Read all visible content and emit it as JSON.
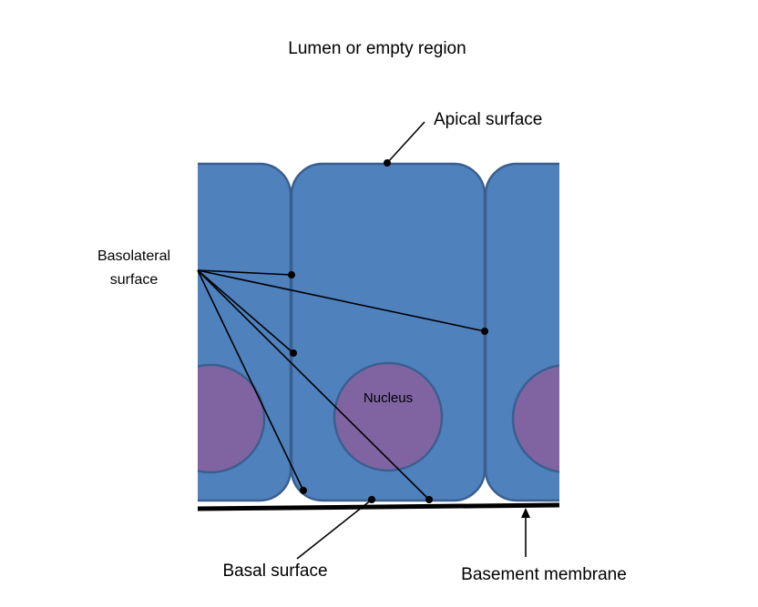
{
  "labels": {
    "lumen": "Lumen or empty region",
    "apical": "Apical surface",
    "basolateral_line1": "Basolateral",
    "basolateral_line2": "surface",
    "nucleus": "Nucleus",
    "basal": "Basal surface",
    "basement": "Basement membrane"
  },
  "colors": {
    "cell_fill": "#4F81BD",
    "cell_stroke": "#3A5F8F",
    "nucleus_fill": "#8064A2",
    "nucleus_stroke": "#3A5F8F",
    "line": "#000000",
    "background": "#ffffff"
  }
}
